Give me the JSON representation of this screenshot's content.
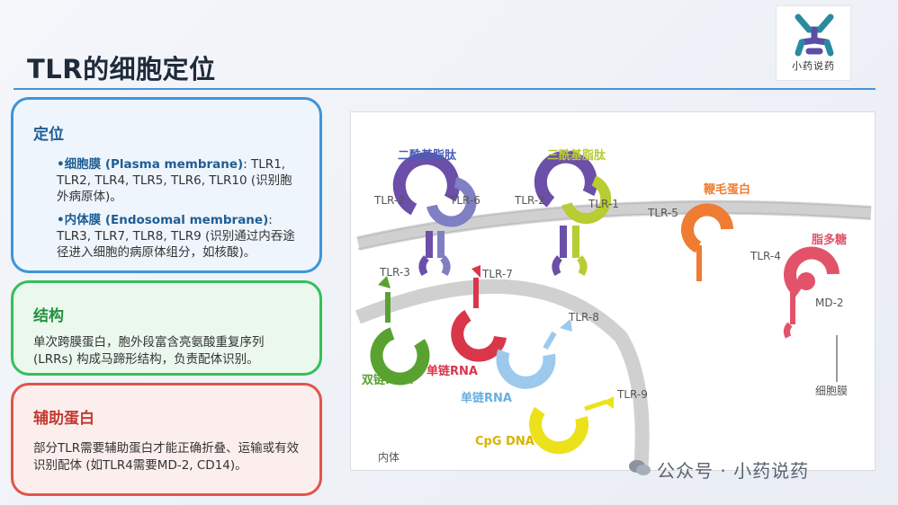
{
  "page_title": "TLR的细胞定位",
  "logo": {
    "text": "小药说药"
  },
  "card_location": {
    "heading": "定位",
    "item1_label": "•细胞膜 (Plasma membrane)",
    "item1_text": ": TLR1, TLR2, TLR4, TLR5, TLR6, TLR10 (识别胞外病原体)。",
    "item2_label": "•内体膜 (Endosomal membrane)",
    "item2_text": ": TLR3, TLR7, TLR8, TLR9 (识别通过内吞途径进入细胞的病原体组分，如核酸)。"
  },
  "card_structure": {
    "heading": "结构",
    "text": "单次跨膜蛋白，胞外段富含亮氨酸重复序列 (LRRs) 构成马蹄形结构，负责配体识别。"
  },
  "card_helper": {
    "heading": "辅助蛋白",
    "text": "部分TLR需要辅助蛋白才能正确折叠、运输或有效识别配体 (如TLR4需要MD-2, CD14)。"
  },
  "figure": {
    "ligand_diacyl": "二酰基脂肽",
    "ligand_triacyl": "三酰基脂肽",
    "ligand_flagellin": "鞭毛蛋白",
    "ligand_lps": "脂多糖",
    "tlr2_a": "TLR-2",
    "tlr6": "TLR-6",
    "tlr2_b": "TLR-2",
    "tlr1": "TLR-1",
    "tlr5": "TLR-5",
    "tlr4": "TLR-4",
    "md2": "MD-2",
    "tlr3": "TLR-3",
    "tlr7": "TLR-7",
    "tlr8": "TLR-8",
    "tlr9": "TLR-9",
    "dsrna": "双链RNA",
    "ssrna_red": "单链RNA",
    "ssrna_blue": "单链RNA",
    "cpg": "CpG DNA",
    "endosome": "内体",
    "cell_membrane": "细胞膜",
    "colors": {
      "purple": "#6b4fa8",
      "lime": "#b8cc33",
      "orange": "#ef7c32",
      "pink": "#e2536a",
      "green": "#5aa230",
      "red": "#d9364a",
      "lightblue": "#9cc9ec",
      "yellow": "#ece21b",
      "membrane": "#d0d0d0"
    }
  },
  "watermark": "公众号 · 小药说药"
}
